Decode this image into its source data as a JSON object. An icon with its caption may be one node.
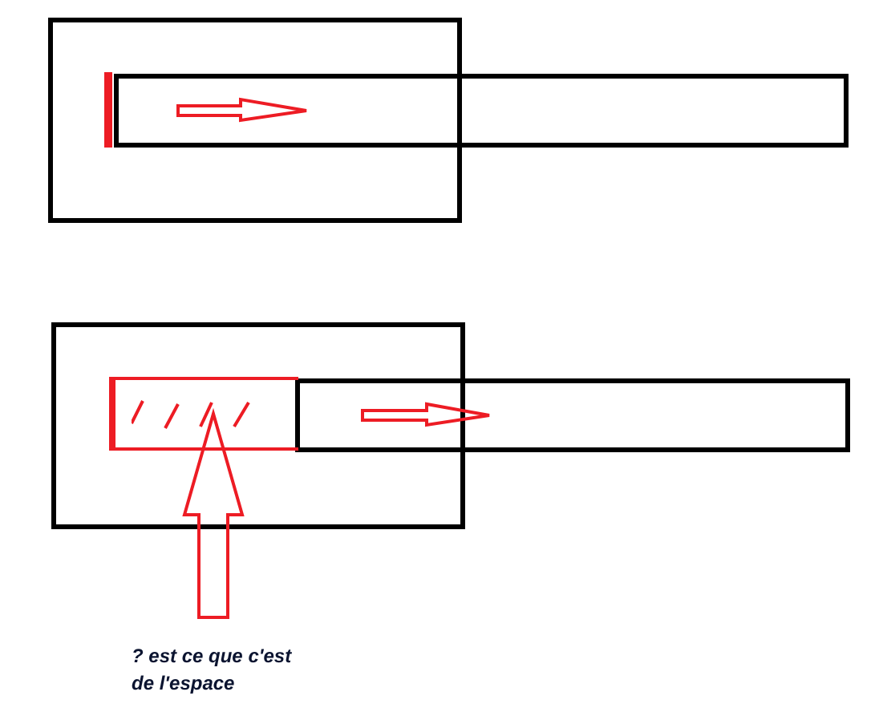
{
  "diagram": {
    "nodes": [
      {
        "text": [
          "? est ce que c'est de l'espace"
        ]
      },
      {
        "text": [],
        "shape": "box"
      }
    ],
    "edges": [
      {
        "from": 0,
        "to": 1,
        "arrow": "to"
      }
    ]
  }
}
